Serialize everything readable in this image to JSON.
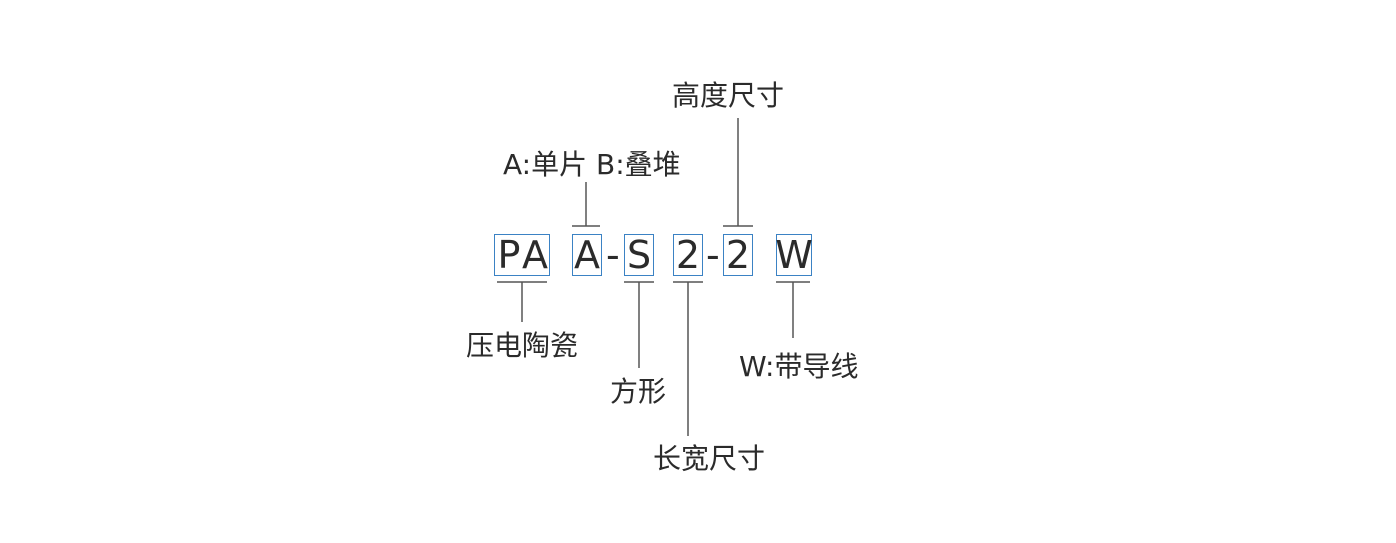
{
  "code": {
    "segments": [
      {
        "id": "pa",
        "chars": [
          "P",
          "A"
        ]
      },
      {
        "id": "type",
        "chars": [
          "A"
        ]
      },
      {
        "id": "shape",
        "chars": [
          "S"
        ]
      },
      {
        "id": "size",
        "chars": [
          "2"
        ]
      },
      {
        "id": "height",
        "chars": [
          "2"
        ]
      },
      {
        "id": "lead",
        "chars": [
          "W"
        ]
      }
    ],
    "separator": "-"
  },
  "labels": {
    "height_size": "高度尺寸",
    "stack_type": "A:单片 B:叠堆",
    "piezo_ceramic": "压电陶瓷",
    "square": "方形",
    "length_width_size": "长宽尺寸",
    "with_leads": "W:带导线"
  },
  "colors": {
    "box_border": "#3b82c4",
    "text": "#2b2b2b",
    "line": "#555555"
  }
}
